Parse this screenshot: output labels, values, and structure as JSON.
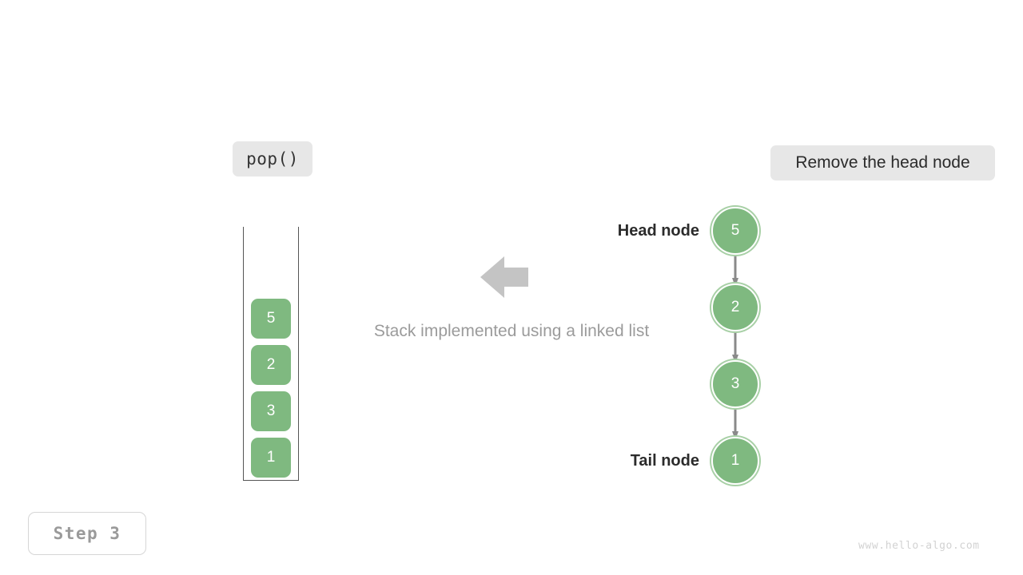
{
  "operation": {
    "label": "pop()"
  },
  "note": {
    "label": "Remove the head node"
  },
  "step": {
    "label": "Step 3"
  },
  "watermark": {
    "text": "www.hello-algo.com"
  },
  "caption": {
    "text": "Stack implemented using a linked list"
  },
  "arrow": {
    "direction": "left",
    "color": "#c4c4c4"
  },
  "stack": {
    "name": "stack-container",
    "items": [
      "5",
      "2",
      "3",
      "1"
    ]
  },
  "linked_list": {
    "head_label": "Head node",
    "tail_label": "Tail node",
    "nodes": [
      "5",
      "2",
      "3",
      "1"
    ],
    "connector_color": "#8a8a8a"
  },
  "colors": {
    "node_fill": "#7fb980",
    "node_ring": "#a8d0a6",
    "badge_bg": "#e7e7e7",
    "caption_text": "#9b9b9b",
    "label_text": "#2b2b2b"
  },
  "chart_data": {
    "type": "diagram",
    "title": "Stack implemented using a linked list",
    "operation": "pop()",
    "step": 3,
    "annotation": "Remove the head node",
    "stack_contents_top_to_bottom": [
      "5",
      "2",
      "3",
      "1"
    ],
    "linked_list_head_to_tail": [
      "5",
      "2",
      "3",
      "1"
    ],
    "head_node_value": "5",
    "tail_node_value": "1"
  }
}
